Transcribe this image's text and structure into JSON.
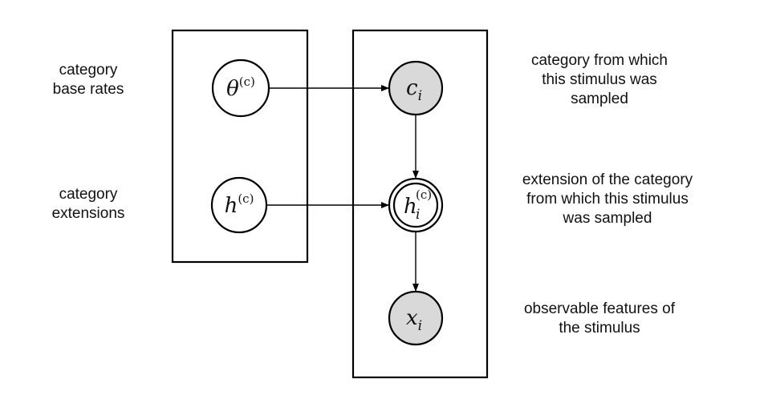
{
  "labels": {
    "base_rates": [
      "category",
      "base rates"
    ],
    "extensions": [
      "category",
      "extensions"
    ],
    "ci": [
      "category from which",
      "this stimulus was",
      "sampled"
    ],
    "hi": [
      "extension of the category",
      "from which this stimulus",
      "was sampled"
    ],
    "xi": [
      "observable features of",
      "the stimulus"
    ]
  },
  "nodes": {
    "theta": {
      "symbol": "θ",
      "superscript": "(c)",
      "observed": false
    },
    "h_c": {
      "symbol": "h",
      "superscript": "(c)",
      "observed": false
    },
    "c_i": {
      "symbol": "c",
      "subscript": "i",
      "observed": true
    },
    "h_i": {
      "symbol": "h",
      "superscript": "(c)",
      "subscript": "i",
      "observed": false,
      "deterministic": true
    },
    "x_i": {
      "symbol": "x",
      "subscript": "i",
      "observed": true
    }
  },
  "colors": {
    "observed_fill": "#d9d9d9",
    "latent_fill": "#ffffff",
    "stroke": "#000000"
  }
}
